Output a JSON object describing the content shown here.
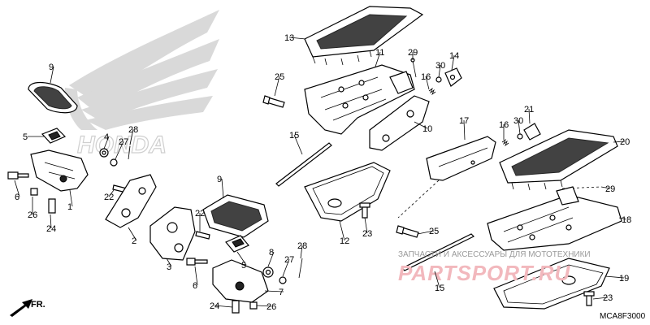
{
  "diagram": {
    "code": "MCA8F3000",
    "direction_label": "FR.",
    "watermark_text": "ЗАПЧАСТИ И АКСЕССУАРЫ ДЛЯ МОТОТЕХНИКИ",
    "watermark_brand": "PARTSPORT.RU",
    "logo_word": "HONDA",
    "callouts": [
      "13",
      "11",
      "29",
      "30",
      "14",
      "9",
      "25",
      "16",
      "21",
      "30",
      "16",
      "15",
      "10",
      "17",
      "20",
      "5",
      "4",
      "28",
      "27",
      "6",
      "26",
      "24",
      "1",
      "22",
      "2",
      "9",
      "29",
      "22",
      "3",
      "5",
      "8",
      "28",
      "6",
      "27",
      "7",
      "24",
      "26",
      "12",
      "23",
      "25",
      "18",
      "15",
      "19",
      "23"
    ]
  }
}
